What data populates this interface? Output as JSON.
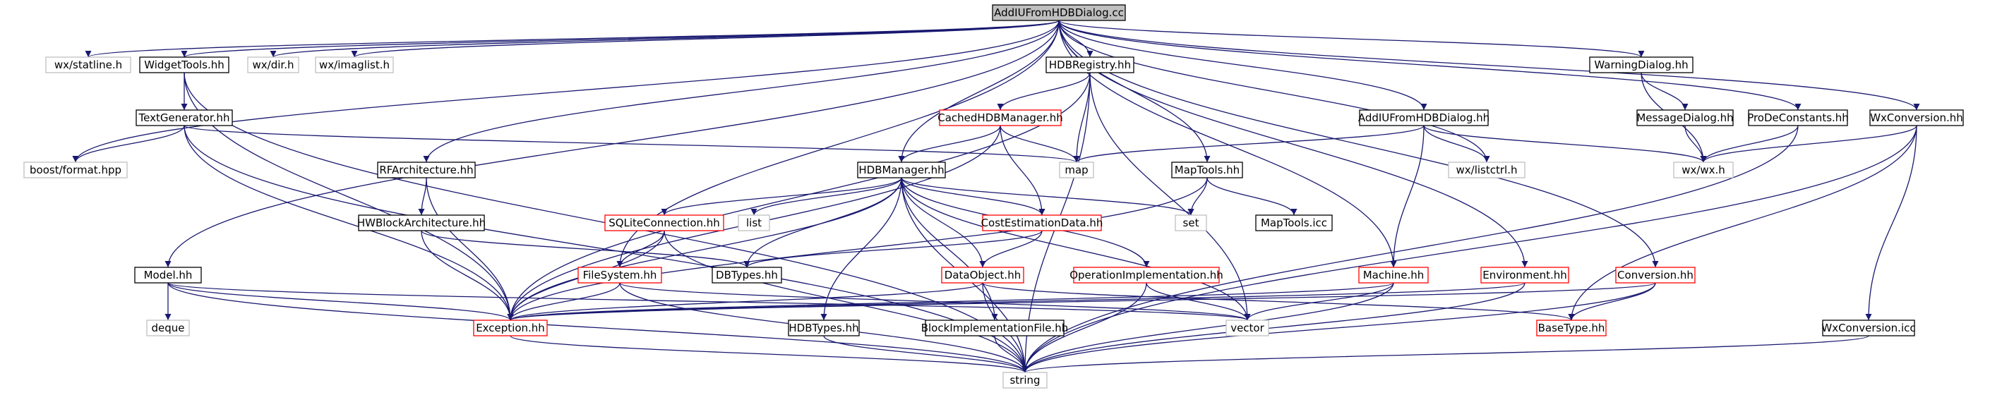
{
  "colors": {
    "edge": "#191970",
    "root_fill": "#bfbfbf",
    "node_border_default": "#000000",
    "node_border_incomplete": "#ff0000",
    "node_border_system": "#bfbfbf",
    "node_fill": "#ffffff"
  },
  "nodes": [
    {
      "id": "root",
      "label": "AddIUFromHDBDialog.cc",
      "kind": "root"
    },
    {
      "id": "statline",
      "label": "wx/statline.h",
      "kind": "system"
    },
    {
      "id": "widgettools",
      "label": "WidgetTools.hh",
      "kind": "local"
    },
    {
      "id": "dirh",
      "label": "wx/dir.h",
      "kind": "system"
    },
    {
      "id": "imaglist",
      "label": "wx/imaglist.h",
      "kind": "system"
    },
    {
      "id": "hdbregistry",
      "label": "HDBRegistry.hh",
      "kind": "local"
    },
    {
      "id": "warningdialog",
      "label": "WarningDialog.hh",
      "kind": "local"
    },
    {
      "id": "textgenerator",
      "label": "TextGenerator.hh",
      "kind": "local"
    },
    {
      "id": "cachedhdb",
      "label": "CachedHDBManager.hh",
      "kind": "incomplete"
    },
    {
      "id": "addiuhh",
      "label": "AddIUFromHDBDialog.hh",
      "kind": "local"
    },
    {
      "id": "messagedialog",
      "label": "MessageDialog.hh",
      "kind": "local"
    },
    {
      "id": "prodeconstants",
      "label": "ProDeConstants.hh",
      "kind": "local"
    },
    {
      "id": "wxconversion",
      "label": "WxConversion.hh",
      "kind": "local"
    },
    {
      "id": "boostformat",
      "label": "boost/format.hpp",
      "kind": "system"
    },
    {
      "id": "map",
      "label": "map",
      "kind": "system"
    },
    {
      "id": "listctrl",
      "label": "wx/listctrl.h",
      "kind": "system"
    },
    {
      "id": "wxwx",
      "label": "wx/wx.h",
      "kind": "system"
    },
    {
      "id": "rfarch",
      "label": "RFArchitecture.hh",
      "kind": "local"
    },
    {
      "id": "hdbmanager",
      "label": "HDBManager.hh",
      "kind": "local"
    },
    {
      "id": "maptools",
      "label": "MapTools.hh",
      "kind": "local"
    },
    {
      "id": "hwblock",
      "label": "HWBlockArchitecture.hh",
      "kind": "local"
    },
    {
      "id": "sqlite",
      "label": "SQLiteConnection.hh",
      "kind": "incomplete"
    },
    {
      "id": "list",
      "label": "list",
      "kind": "system"
    },
    {
      "id": "costest",
      "label": "CostEstimationData.hh",
      "kind": "incomplete"
    },
    {
      "id": "set",
      "label": "set",
      "kind": "system"
    },
    {
      "id": "maptoolsicc",
      "label": "MapTools.icc",
      "kind": "local"
    },
    {
      "id": "model",
      "label": "Model.hh",
      "kind": "local"
    },
    {
      "id": "filesystem",
      "label": "FileSystem.hh",
      "kind": "incomplete"
    },
    {
      "id": "dbtypes",
      "label": "DBTypes.hh",
      "kind": "local"
    },
    {
      "id": "dataobject",
      "label": "DataObject.hh",
      "kind": "incomplete"
    },
    {
      "id": "opimpl",
      "label": "OperationImplementation.hh",
      "kind": "incomplete"
    },
    {
      "id": "machine",
      "label": "Machine.hh",
      "kind": "incomplete"
    },
    {
      "id": "environment",
      "label": "Environment.hh",
      "kind": "incomplete"
    },
    {
      "id": "conversion",
      "label": "Conversion.hh",
      "kind": "incomplete"
    },
    {
      "id": "deque",
      "label": "deque",
      "kind": "system"
    },
    {
      "id": "exception",
      "label": "Exception.hh",
      "kind": "incomplete"
    },
    {
      "id": "vector",
      "label": "vector",
      "kind": "system"
    },
    {
      "id": "basetype",
      "label": "BaseType.hh",
      "kind": "incomplete"
    },
    {
      "id": "hdbtypes",
      "label": "HDBTypes.hh",
      "kind": "local"
    },
    {
      "id": "blockimpl",
      "label": "BlockImplementationFile.hh",
      "kind": "local"
    },
    {
      "id": "wxconvicc",
      "label": "WxConversion.icc",
      "kind": "local"
    },
    {
      "id": "string",
      "label": "string",
      "kind": "system"
    }
  ],
  "edges": [
    [
      "root",
      "statline"
    ],
    [
      "root",
      "widgettools"
    ],
    [
      "root",
      "dirh"
    ],
    [
      "root",
      "imaglist"
    ],
    [
      "root",
      "hdbregistry"
    ],
    [
      "root",
      "warningdialog"
    ],
    [
      "root",
      "addiuhh"
    ],
    [
      "root",
      "prodeconstants"
    ],
    [
      "root",
      "wxconversion"
    ],
    [
      "root",
      "boostformat"
    ],
    [
      "root",
      "rfarch"
    ],
    [
      "root",
      "hdbmanager"
    ],
    [
      "root",
      "maptools"
    ],
    [
      "root",
      "model"
    ],
    [
      "root",
      "filesystem"
    ],
    [
      "root",
      "machine"
    ],
    [
      "root",
      "environment"
    ],
    [
      "root",
      "conversion"
    ],
    [
      "root",
      "listctrl"
    ],
    [
      "widgettools",
      "textgenerator"
    ],
    [
      "widgettools",
      "exception"
    ],
    [
      "widgettools",
      "string"
    ],
    [
      "textgenerator",
      "boostformat"
    ],
    [
      "textgenerator",
      "map"
    ],
    [
      "textgenerator",
      "exception"
    ],
    [
      "textgenerator",
      "string"
    ],
    [
      "hdbregistry",
      "cachedhdb"
    ],
    [
      "hdbregistry",
      "map"
    ],
    [
      "hdbregistry",
      "exception"
    ],
    [
      "hdbregistry",
      "vector"
    ],
    [
      "hdbregistry",
      "string"
    ],
    [
      "cachedhdb",
      "hdbmanager"
    ],
    [
      "cachedhdb",
      "map"
    ],
    [
      "cachedhdb",
      "costest"
    ],
    [
      "cachedhdb",
      "exception"
    ],
    [
      "addiuhh",
      "map"
    ],
    [
      "addiuhh",
      "listctrl"
    ],
    [
      "addiuhh",
      "wxwx"
    ],
    [
      "addiuhh",
      "machine"
    ],
    [
      "warningdialog",
      "messagedialog"
    ],
    [
      "warningdialog",
      "wxwx"
    ],
    [
      "messagedialog",
      "wxwx"
    ],
    [
      "prodeconstants",
      "wxwx"
    ],
    [
      "prodeconstants",
      "string"
    ],
    [
      "wxconversion",
      "wxwx"
    ],
    [
      "wxconversion",
      "basetype"
    ],
    [
      "wxconversion",
      "wxconvicc"
    ],
    [
      "wxconversion",
      "string"
    ],
    [
      "rfarch",
      "hwblock"
    ],
    [
      "rfarch",
      "exception"
    ],
    [
      "hwblock",
      "dbtypes"
    ],
    [
      "hwblock",
      "exception"
    ],
    [
      "hdbmanager",
      "sqlite"
    ],
    [
      "hdbmanager",
      "list"
    ],
    [
      "hdbmanager",
      "costest"
    ],
    [
      "hdbmanager",
      "set"
    ],
    [
      "hdbmanager",
      "dbtypes"
    ],
    [
      "hdbmanager",
      "dataobject"
    ],
    [
      "hdbmanager",
      "opimpl"
    ],
    [
      "hdbmanager",
      "exception"
    ],
    [
      "hdbmanager",
      "vector"
    ],
    [
      "hdbmanager",
      "hdbtypes"
    ],
    [
      "hdbmanager",
      "blockimpl"
    ],
    [
      "hdbmanager",
      "string"
    ],
    [
      "maptools",
      "set"
    ],
    [
      "maptools",
      "maptoolsicc"
    ],
    [
      "maptools",
      "exception"
    ],
    [
      "sqlite",
      "filesystem"
    ],
    [
      "sqlite",
      "exception"
    ],
    [
      "sqlite",
      "string"
    ],
    [
      "costest",
      "dataobject"
    ],
    [
      "costest",
      "dbtypes"
    ],
    [
      "filesystem",
      "exception"
    ],
    [
      "filesystem",
      "string"
    ],
    [
      "filesystem",
      "vector"
    ],
    [
      "dataobject",
      "exception"
    ],
    [
      "dataobject",
      "string"
    ],
    [
      "dataobject",
      "basetype"
    ],
    [
      "opimpl",
      "vector"
    ],
    [
      "opimpl",
      "string"
    ],
    [
      "model",
      "deque"
    ],
    [
      "model",
      "exception"
    ],
    [
      "model",
      "vector"
    ],
    [
      "model",
      "string"
    ],
    [
      "machine",
      "exception"
    ],
    [
      "machine",
      "vector"
    ],
    [
      "machine",
      "string"
    ],
    [
      "environment",
      "exception"
    ],
    [
      "environment",
      "string"
    ],
    [
      "conversion",
      "basetype"
    ],
    [
      "conversion",
      "exception"
    ],
    [
      "conversion",
      "string"
    ],
    [
      "exception",
      "string"
    ],
    [
      "hdbtypes",
      "string"
    ],
    [
      "blockimpl",
      "string"
    ],
    [
      "wxconvicc",
      "string"
    ]
  ]
}
